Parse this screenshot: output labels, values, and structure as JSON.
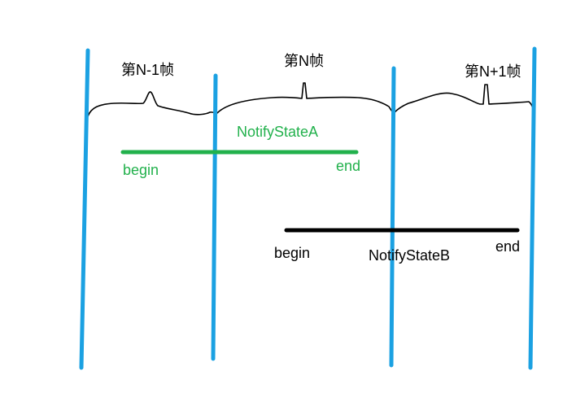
{
  "frames": {
    "prev": "第N-1帧",
    "current": "第N帧",
    "next": "第N+1帧"
  },
  "notify_state_a": {
    "name": "NotifyStateA",
    "begin": "begin",
    "end": "end",
    "color": "#22b14c"
  },
  "notify_state_b": {
    "name": "NotifyStateB",
    "begin": "begin",
    "end": "end",
    "color": "#000000"
  },
  "colors": {
    "frame_divider": "#1ba1e2",
    "waveform": "#000000",
    "label": "#000000"
  }
}
